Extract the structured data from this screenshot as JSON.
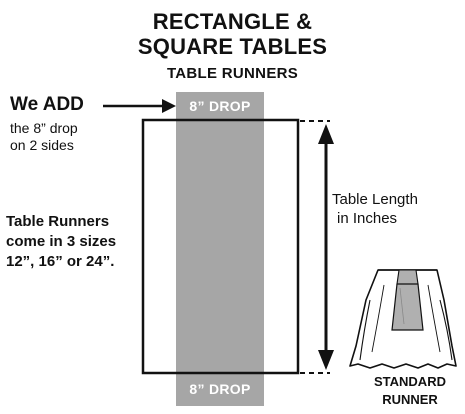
{
  "title": {
    "line1": "RECTANGLE &",
    "line2": "SQUARE TABLES"
  },
  "subtitle": "TABLE RUNNERS",
  "callout": {
    "heading": "We ADD",
    "line1": "the 8” drop",
    "line2": "on 2 sides"
  },
  "sizes_note": {
    "line1": "Table Runners",
    "line2": "come in 3 sizes",
    "line3": "12”, 16” or 24”."
  },
  "dimension_label": {
    "line1": "Table Length",
    "line2": "in Inches"
  },
  "drop_top": "8” DROP",
  "drop_bottom": "8” DROP",
  "standard_runner": {
    "line1": "STANDARD",
    "line2": "RUNNER"
  },
  "colors": {
    "runner_fill": "#a6a6a6",
    "outline": "#111111"
  }
}
